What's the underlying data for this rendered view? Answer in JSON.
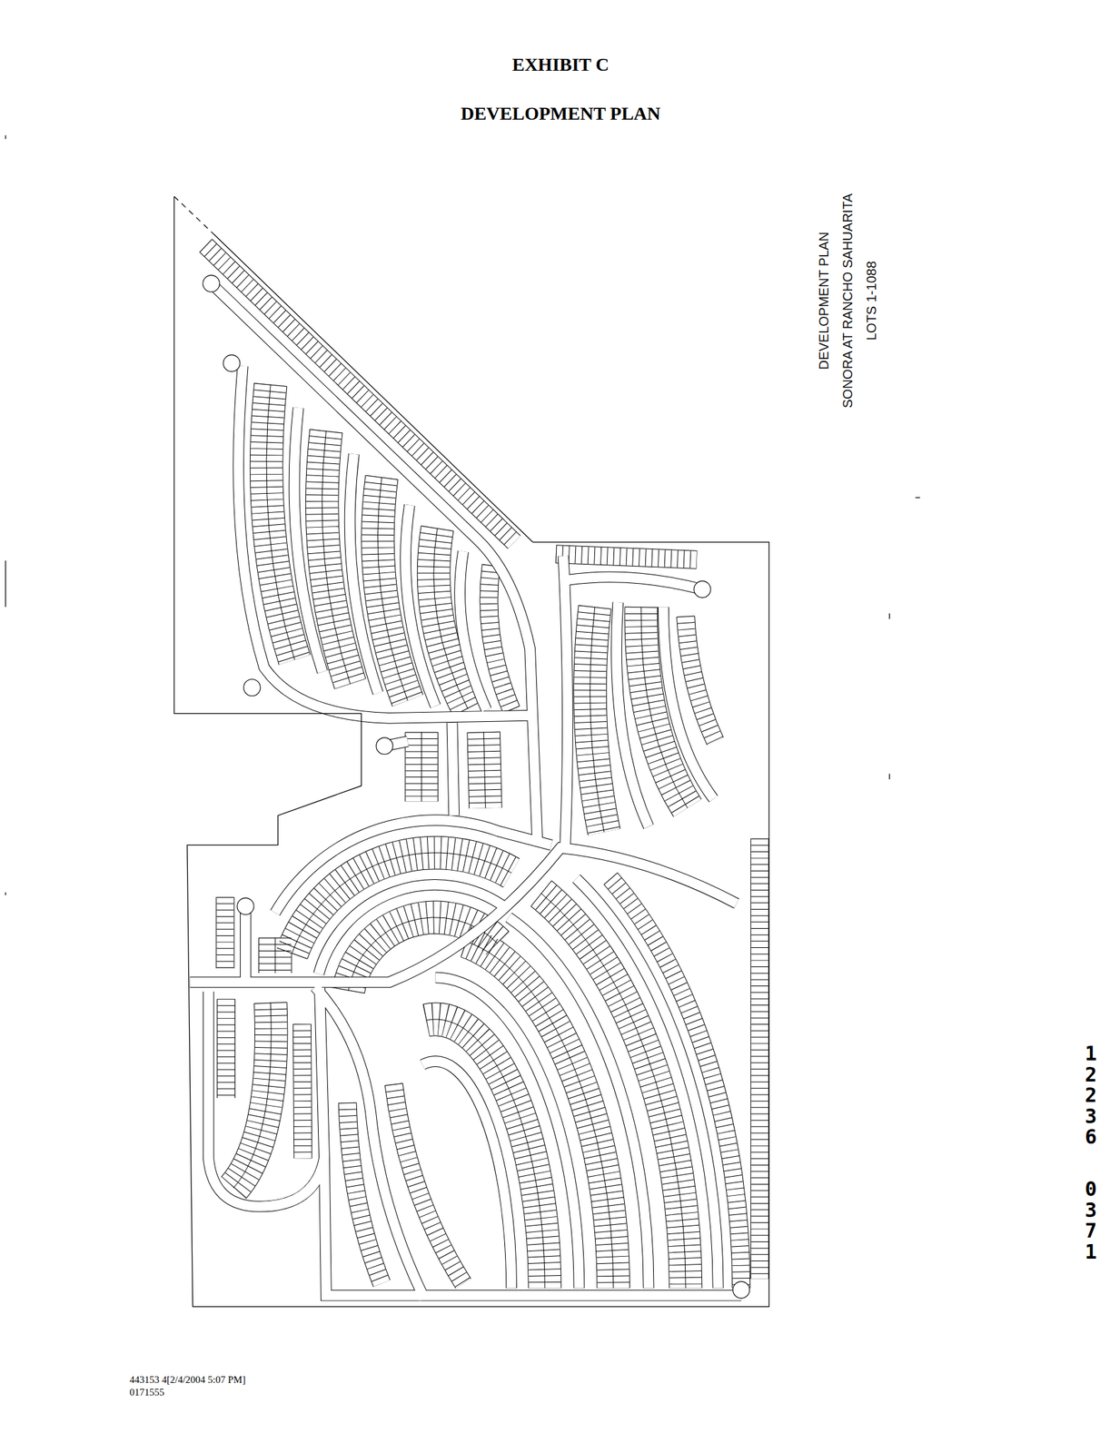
{
  "diagram": {
    "title": "EXHIBIT C",
    "labels": [
      "DEVELOPMENT PLAN",
      "DEVELOPMENT PLAN",
      "SONORA AT RANCHO SAHUARITA",
      "LOTS 1-1088",
      "12236",
      "0371",
      "443153 4[2/4/2004 5:07 PM]",
      "0171555"
    ]
  }
}
